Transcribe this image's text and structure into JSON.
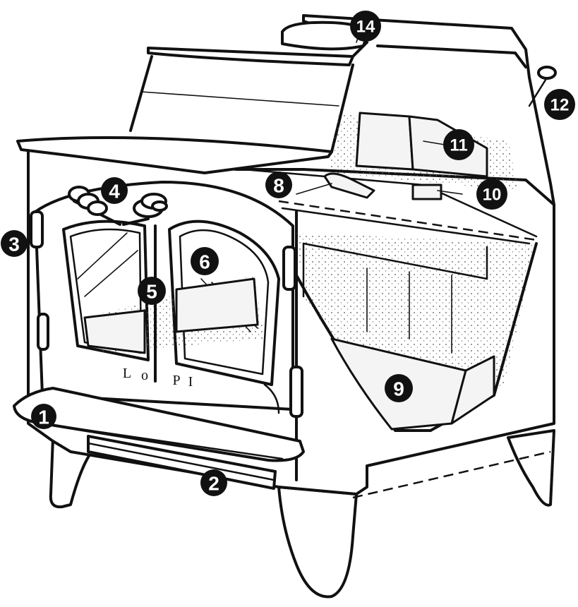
{
  "diagram": {
    "brand_letters": [
      "L",
      "o",
      "P",
      "I"
    ],
    "callouts": [
      {
        "id": "1",
        "label": "1"
      },
      {
        "id": "2",
        "label": "2"
      },
      {
        "id": "3",
        "label": "3"
      },
      {
        "id": "4",
        "label": "4"
      },
      {
        "id": "5",
        "label": "5"
      },
      {
        "id": "6",
        "label": "6"
      },
      {
        "id": "8",
        "label": "8"
      },
      {
        "id": "9",
        "label": "9"
      },
      {
        "id": "10",
        "label": "10"
      },
      {
        "id": "11",
        "label": "11"
      },
      {
        "id": "12",
        "label": "12"
      },
      {
        "id": "14",
        "label": "14"
      }
    ]
  }
}
